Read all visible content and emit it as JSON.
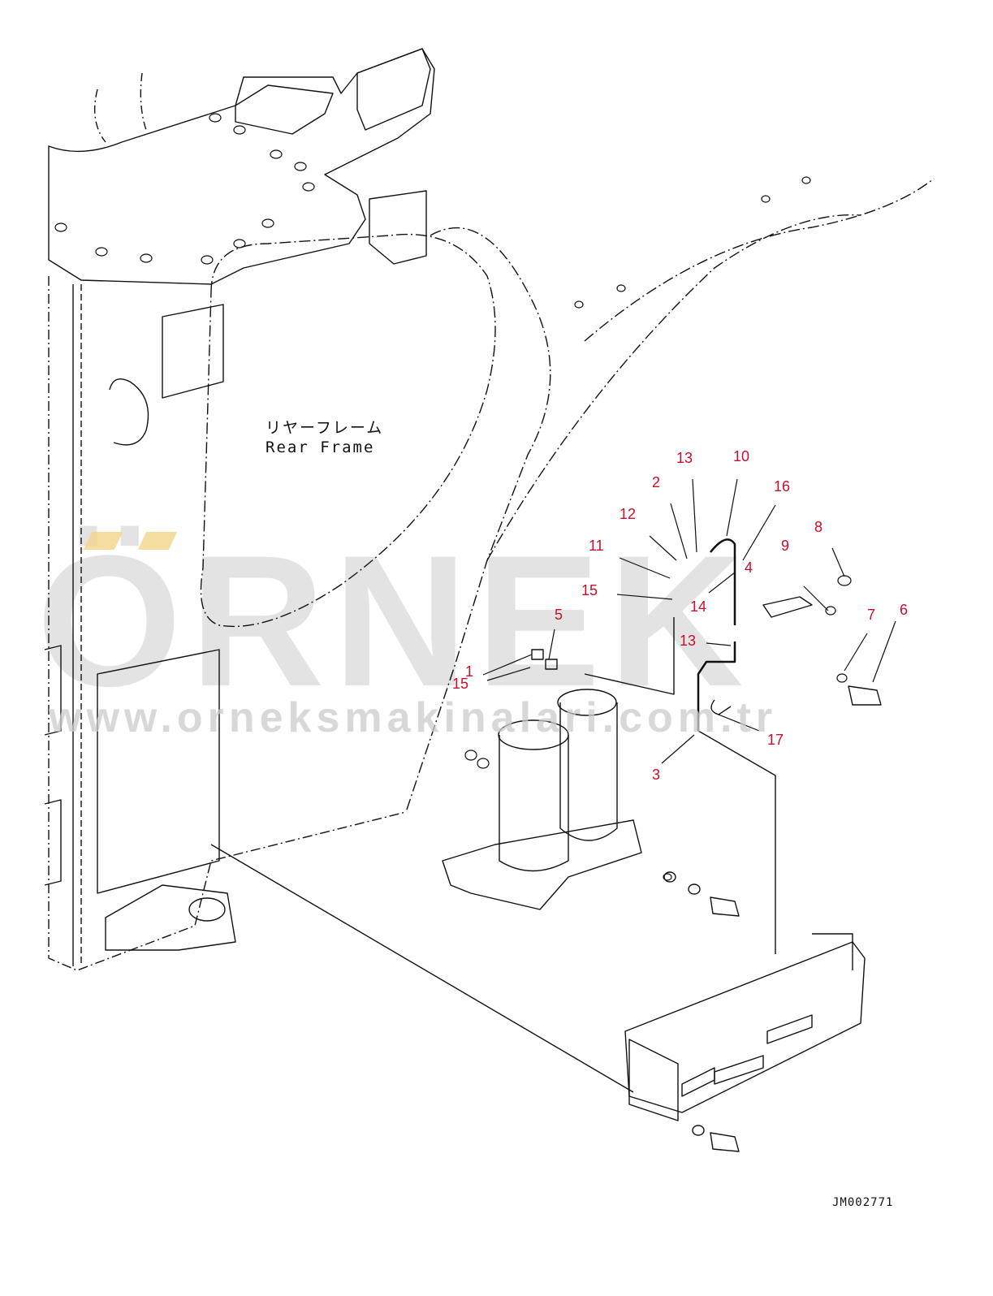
{
  "frame_label": {
    "jp": "リヤーフレーム",
    "en": "Rear Frame"
  },
  "callouts": [
    {
      "id": "c1",
      "text": "1"
    },
    {
      "id": "c2",
      "text": "2"
    },
    {
      "id": "c3",
      "text": "3"
    },
    {
      "id": "c4",
      "text": "4"
    },
    {
      "id": "c5",
      "text": "5"
    },
    {
      "id": "c6",
      "text": "6"
    },
    {
      "id": "c7",
      "text": "7"
    },
    {
      "id": "c8",
      "text": "8"
    },
    {
      "id": "c9",
      "text": "9"
    },
    {
      "id": "c10",
      "text": "10"
    },
    {
      "id": "c11",
      "text": "11"
    },
    {
      "id": "c12",
      "text": "12"
    },
    {
      "id": "c13a",
      "text": "13"
    },
    {
      "id": "c13b",
      "text": "13"
    },
    {
      "id": "c14",
      "text": "14"
    },
    {
      "id": "c15a",
      "text": "15"
    },
    {
      "id": "c15b",
      "text": "15"
    },
    {
      "id": "c16",
      "text": "16"
    },
    {
      "id": "c17",
      "text": "17"
    }
  ],
  "watermark": {
    "logo": "ÖRNEK",
    "url": "www.orneksmakinalari.com.tr"
  },
  "drawing_code": "JM002771",
  "colors": {
    "callout": "#c8102e",
    "line": "#111111",
    "watermark": "#cccccc",
    "watermark_accent": "#f3d58a"
  }
}
